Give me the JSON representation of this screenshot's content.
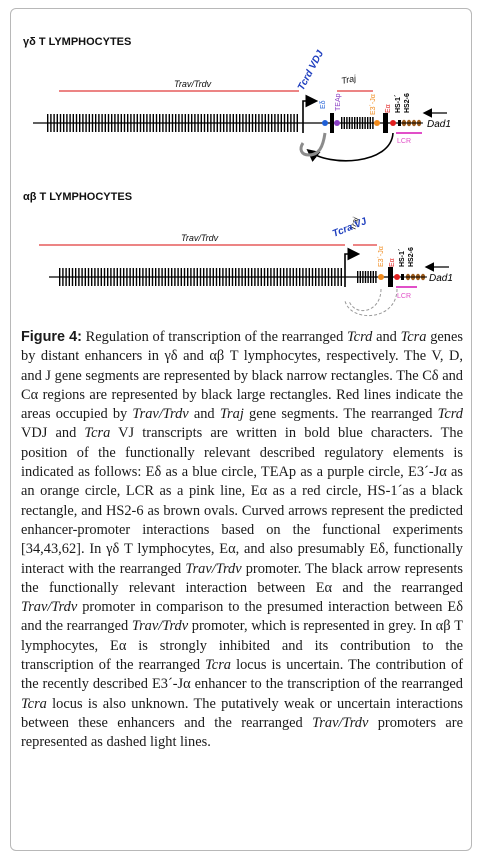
{
  "panels": [
    {
      "title": "γδ T LYMPHOCYTES",
      "trav_trdv_label": "Trav/Trdv",
      "traj_label": "Traj",
      "transcript_label": "Tcrd VDJ",
      "ed_label": "Eδ",
      "teap_label": "TEAp",
      "e3_ja_label": "E3´-Jα",
      "ea_label": "Eα",
      "hs1_label": "HS-1´",
      "hs26_label": "HS2-6",
      "lcr_label": "LCR",
      "dad1_label": "Dad1"
    },
    {
      "title": "αβ T LYMPHOCYTES",
      "trav_trdv_label": "Trav/Trdv",
      "traj_label": "Traj",
      "transcript_label": "Tcra VJ",
      "e3_ja_label": "E3´-Jα",
      "ea_label": "Eα",
      "hs1_label": "HS-1´",
      "hs26_label": "HS2-6",
      "lcr_label": "LCR",
      "dad1_label": "Dad1"
    }
  ],
  "caption": {
    "label": "Figure 4:",
    "s1": " Regulation of transcription of the rearranged ",
    "s2": "Tcrd",
    "s3": " and ",
    "s4": "Tcra",
    "s5": " genes by distant enhancers in γδ and αβ T lymphocytes, respectively. The V, D, and J gene segments are represented by black narrow rectangles. The Cδ and Cα regions are represented by black large rectangles. Red lines indicate the areas occupied by ",
    "s6": "Trav/Trdv",
    "s7": " and ",
    "s8": "Traj",
    "s9": " gene segments. The rearranged ",
    "s10": "Tcrd",
    "s11": " VDJ and ",
    "s12": "Tcra",
    "s13": " VJ transcripts are written in bold blue characters. The position of the functionally relevant described regulatory elements is indicated as follows: Eδ as a blue circle, TEAp as a purple circle, E3´-Jα as an orange circle, LCR as a pink line, Eα as a red circle, HS-1´as a black rectangle, and HS2-6 as brown ovals. Curved arrows represent the predicted enhancer-promoter interactions based on the functional experiments [34,43,62]. In γδ T lymphocytes, Eα, and also presumably Eδ, functionally interact with the rearranged ",
    "s14": "Trav/Trdv",
    "s15": " promoter. The black arrow represents the functionally relevant interaction between Eα and the rearranged ",
    "s16": "Trav/Trdv",
    "s17": " promoter in comparison to the presumed interaction between Eδ and the rearranged ",
    "s18": "Trav/Trdv",
    "s19": " promoter, which is represented in grey. In αβ T lymphocytes, Eα is strongly inhibited and its contribution to the transcription of the rearranged ",
    "s20": "Tcra",
    "s21": " locus is uncertain. The contribution of the recently described E3´-Jα enhancer to the transcription of the rearranged ",
    "s22": "Tcra",
    "s23": " locus is also unknown. The putatively weak or uncertain interactions between these enhancers and the rearranged ",
    "s24": "Trav/Trdv",
    "s25": " promoters are represented as dashed light lines."
  },
  "colors": {
    "segment_line": "#e03a3a",
    "transcript": "#1f3fbf",
    "ed_circle": "#1f5fd6",
    "teap_circle": "#8a3fc4",
    "e3_circle": "#f08a1c",
    "lcr_line": "#e14fc8",
    "ea_circle": "#e01f1f",
    "hs26_oval": "#9a5a1a",
    "grey_arrow": "#8c8c8c"
  }
}
